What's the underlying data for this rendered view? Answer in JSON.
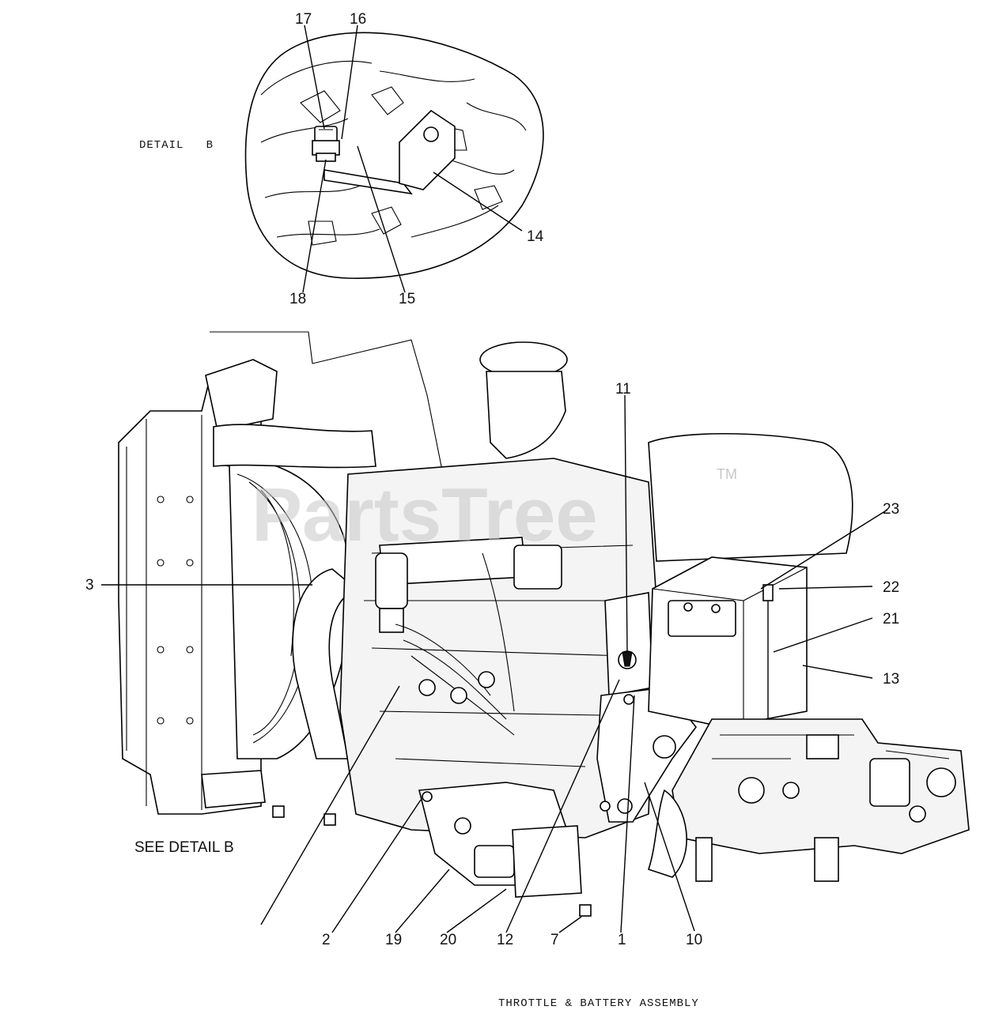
{
  "detail_label": "DETAIL   B",
  "see_detail_label": "SEE DETAIL B",
  "caption": "THROTTLE & BATTERY ASSEMBLY",
  "watermark": "PartsTree",
  "trademark": "TM",
  "callouts": {
    "c1": "1",
    "c2": "2",
    "c3": "3",
    "c7": "7",
    "c10": "10",
    "c11": "11",
    "c12": "12",
    "c13": "13",
    "c14": "14",
    "c15": "15",
    "c16": "16",
    "c17": "17",
    "c18": "18",
    "c19": "19",
    "c20": "20",
    "c21": "21",
    "c22": "22",
    "c23": "23"
  }
}
